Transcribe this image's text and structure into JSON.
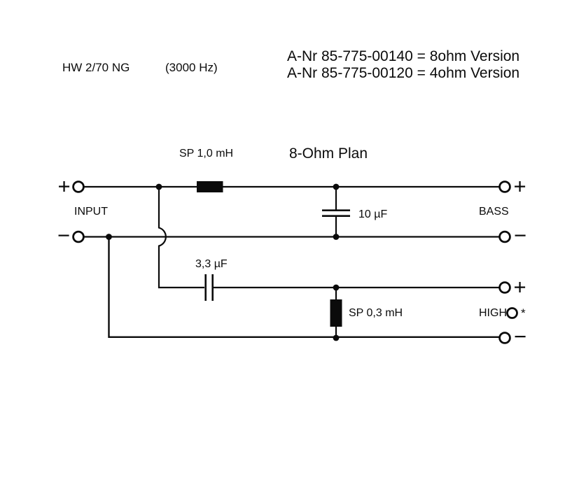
{
  "page": {
    "background": "#ffffff",
    "ink": "#0b0b0b"
  },
  "header": {
    "model": "HW 2/70 NG",
    "frequency": "(3000 Hz)",
    "article_lines": [
      "A-Nr 85-775-00140 = 8ohm Version",
      "A-Nr 85-775-00120 = 4ohm Version"
    ]
  },
  "schematic": {
    "title": "8-Ohm Plan",
    "input": {
      "label": "INPUT",
      "plus": "+",
      "minus": "−"
    },
    "outputs": {
      "bass": {
        "label": "BASS",
        "plus": "+",
        "minus": "−"
      },
      "high": {
        "label": "HIGH",
        "plus": "+",
        "minus": "−",
        "note": "*"
      }
    },
    "components": {
      "series_inductor_label": "SP 1,0 mH",
      "shunt_capacitor_label": "10 µF",
      "series_capacitor_label": "3,3 µF",
      "shunt_inductor_label": "SP 0,3 mH"
    }
  }
}
